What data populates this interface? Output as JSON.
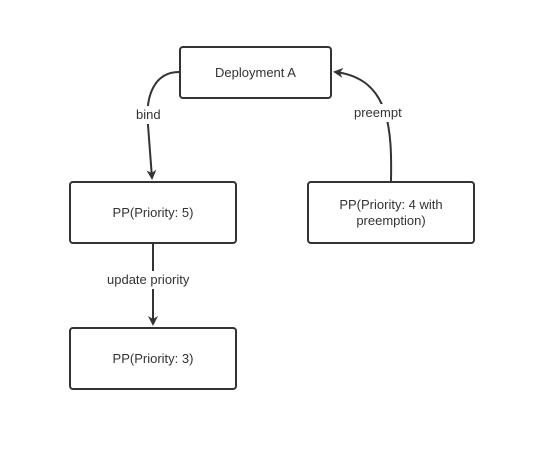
{
  "diagram": {
    "nodes": {
      "deployment": {
        "label": "Deployment A"
      },
      "priority5": {
        "label": "PP(Priority: 5)"
      },
      "priority4": {
        "label": "PP(Priority: 4 with preemption)"
      },
      "priority3": {
        "label": "PP(Priority: 3)"
      }
    },
    "edges": {
      "bind": {
        "label": "bind",
        "from": "Deployment A",
        "to": "PP(Priority: 5)"
      },
      "preempt": {
        "label": "preempt",
        "from": "PP(Priority: 4 with preemption)",
        "to": "Deployment A"
      },
      "update": {
        "label": "update priority",
        "from": "PP(Priority: 5)",
        "to": "PP(Priority: 3)"
      }
    },
    "colors": {
      "stroke": "#333333",
      "background": "#ffffff",
      "text": "#333333"
    }
  }
}
